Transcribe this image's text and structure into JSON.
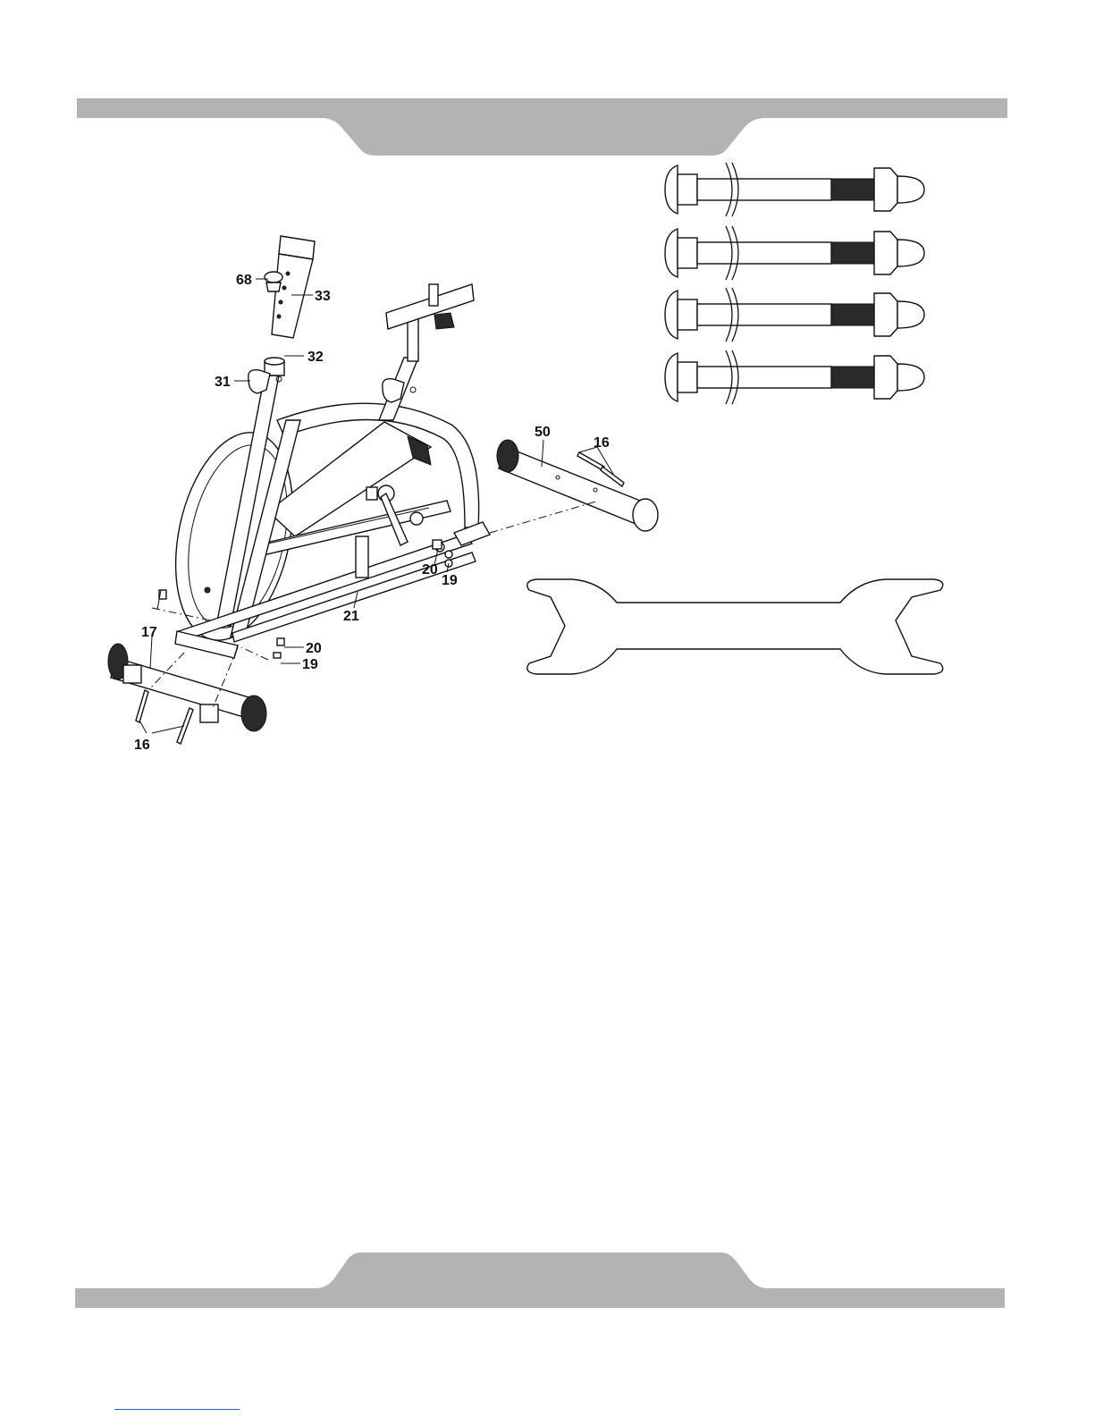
{
  "colors": {
    "band": "#b3b3b3",
    "ink": "#111111",
    "link": "#3b56d6"
  },
  "callouts": {
    "c68": "68",
    "c33": "33",
    "c32": "32",
    "c31": "31",
    "c50": "50",
    "c16_top": "16",
    "c20_right": "20",
    "c19_right": "19",
    "c21": "21",
    "c17": "17",
    "c20_left": "20",
    "c19_left": "19",
    "c16_bottom": "16"
  },
  "hardware": {
    "bolt_count": 4,
    "tool": "open-end wrench"
  }
}
